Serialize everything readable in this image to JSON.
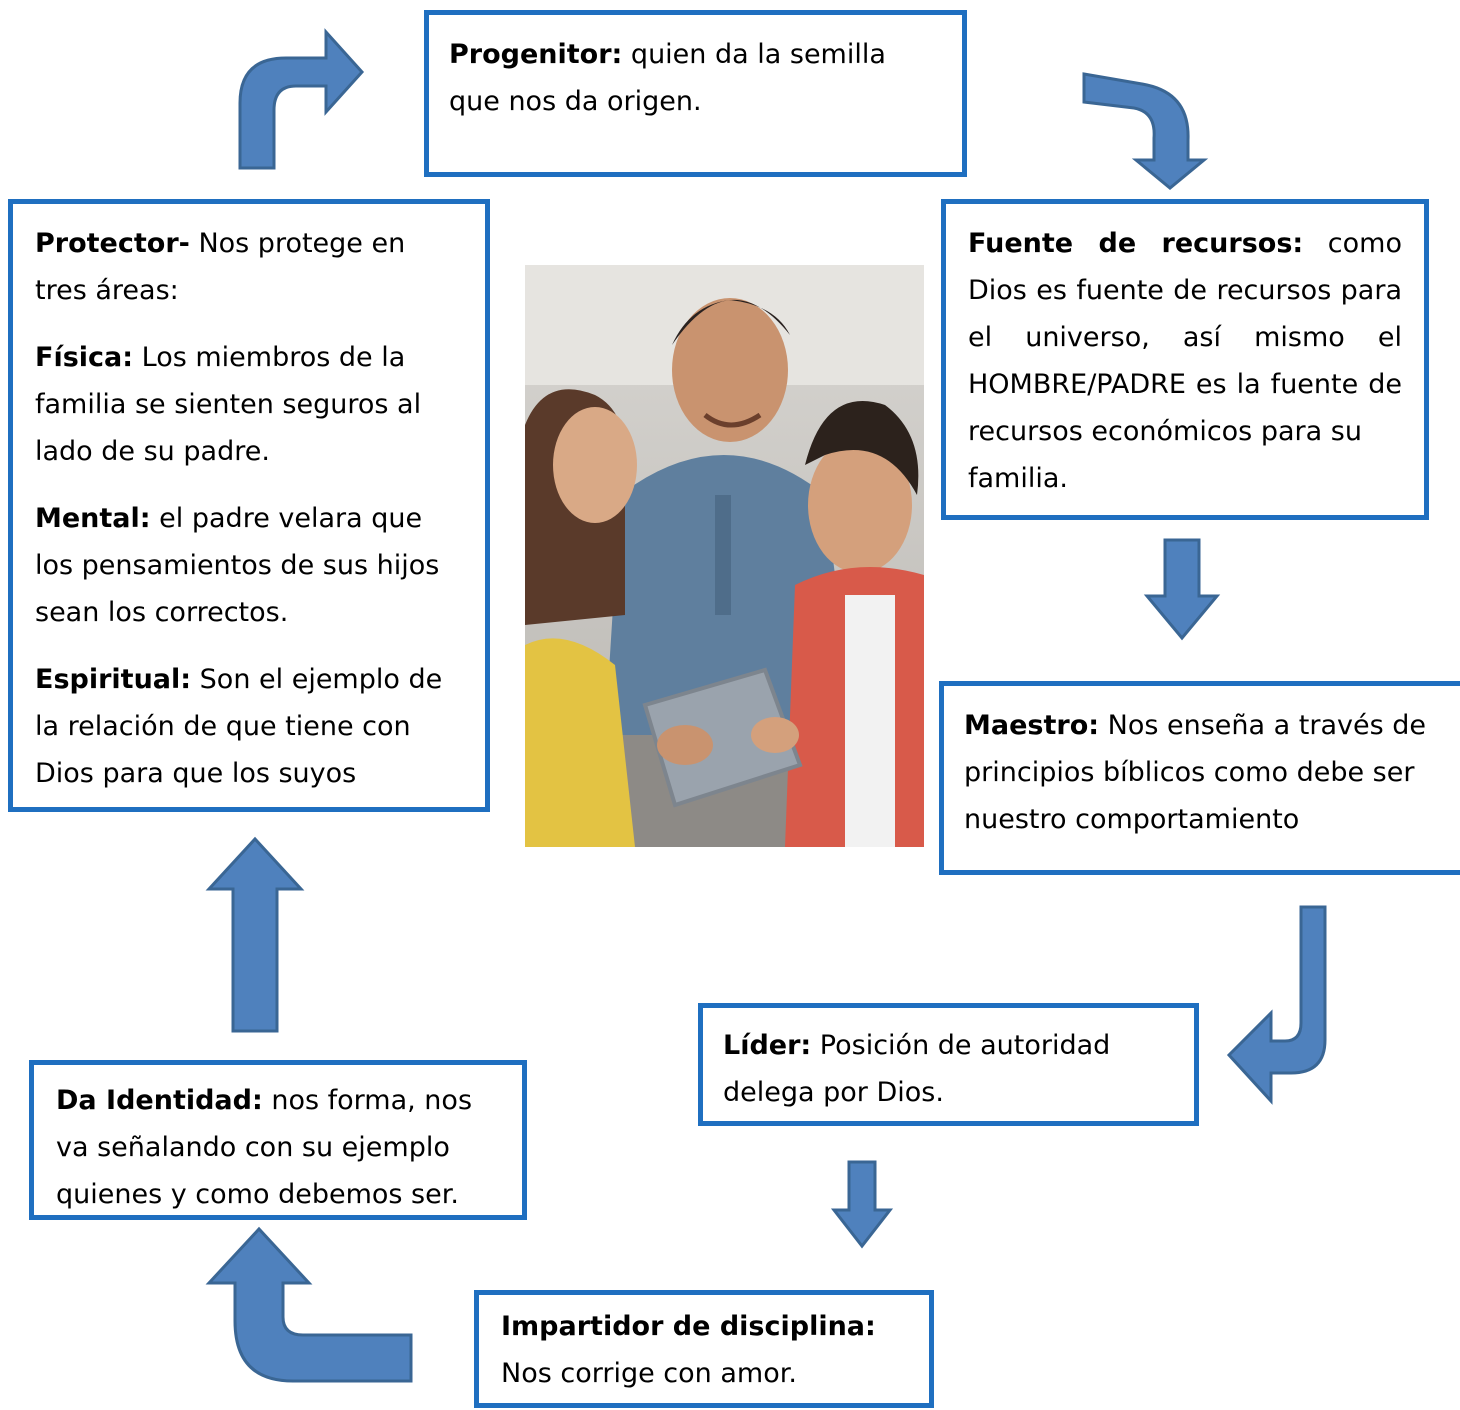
{
  "boxes": {
    "progenitor": {
      "title": "Progenitor:",
      "text": " quien da la semilla que nos da origen."
    },
    "fuente": {
      "title": "Fuente de recursos:",
      "text_first": " como Dios es fuente de recursos para el universo, así mismo el HOMBRE/PADRE es la fuente de recursos económicos para su",
      "text_last": "familia."
    },
    "protector": {
      "title": "Protector-",
      "text": " Nos protege en tres áreas:",
      "fisica_title": "Física:",
      "fisica_text": " Los miembros de la familia se sienten seguros al lado de su padre.",
      "mental_title": "Mental:",
      "mental_text": " el padre velara que los pensamientos de sus hijos sean los correctos.",
      "espiritual_title": "Espiritual:",
      "espiritual_text": " Son el ejemplo de la relación de que tiene con Dios para que los suyos también la"
    },
    "maestro": {
      "title": "Maestro:",
      "text": " Nos enseña a través de principios bíblicos como debe ser nuestro comportamiento"
    },
    "lider": {
      "title": "Líder:",
      "text": " Posición  de autoridad delega por Dios."
    },
    "identidad": {
      "title": "Da Identidad:",
      "text": " nos forma, nos va señalando con su ejemplo quienes y como debemos ser."
    },
    "disciplina": {
      "title": "Impartidor de disciplina:",
      "text": "Nos corrige con amor."
    }
  },
  "colors": {
    "border": "#1f6fc0",
    "arrow_fill": "#4f81bd",
    "arrow_stroke": "#3a6694"
  },
  "photo": {
    "description_icon": "family-reading-photo"
  }
}
